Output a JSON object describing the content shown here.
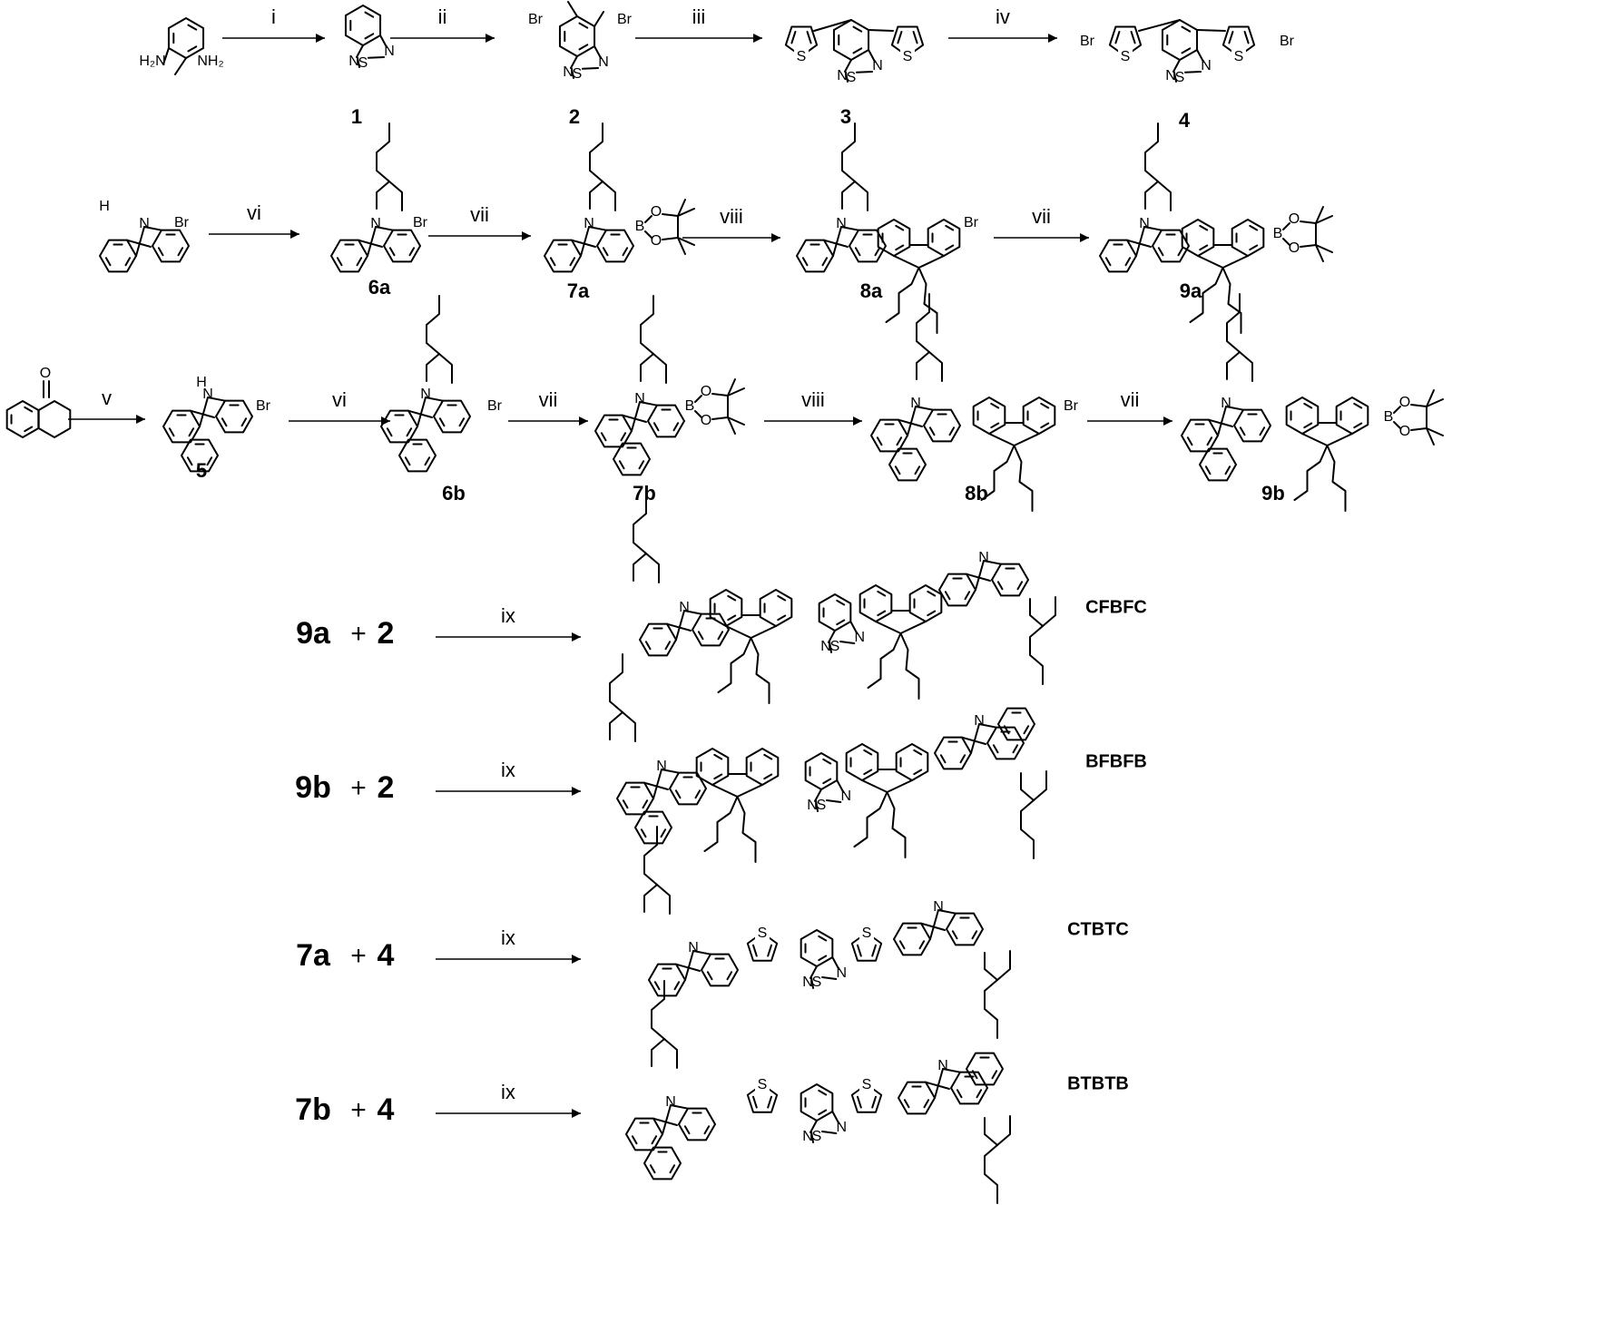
{
  "atom_labels": {
    "amine_1": "H₂N",
    "amine_2": "NH₂",
    "bromine": "Br",
    "nitrogen": "N",
    "sulfur": "S",
    "boron": "B",
    "oxygen": "O",
    "carbonyl_oxygen": "O",
    "nh_hydrogen": "H"
  },
  "reagents": [
    "i",
    "ii",
    "iii",
    "iv",
    "v",
    "vi",
    "vii",
    "viii",
    "ix"
  ],
  "compounds": [
    "1",
    "2",
    "3",
    "4",
    "5",
    "6a",
    "6b",
    "7a",
    "7b",
    "8a",
    "8b",
    "9a",
    "9b"
  ],
  "equations": [
    {
      "left": "9a",
      "plus": "+",
      "right": "2",
      "reagent": "ix",
      "product": "CFBFC"
    },
    {
      "left": "9b",
      "plus": "+",
      "right": "2",
      "reagent": "ix",
      "product": "BFBFB"
    },
    {
      "left": "7a",
      "plus": "+",
      "right": "4",
      "reagent": "ix",
      "product": "CTBTC"
    },
    {
      "left": "7b",
      "plus": "+",
      "right": "4",
      "reagent": "ix",
      "product": "BTBTB"
    }
  ]
}
